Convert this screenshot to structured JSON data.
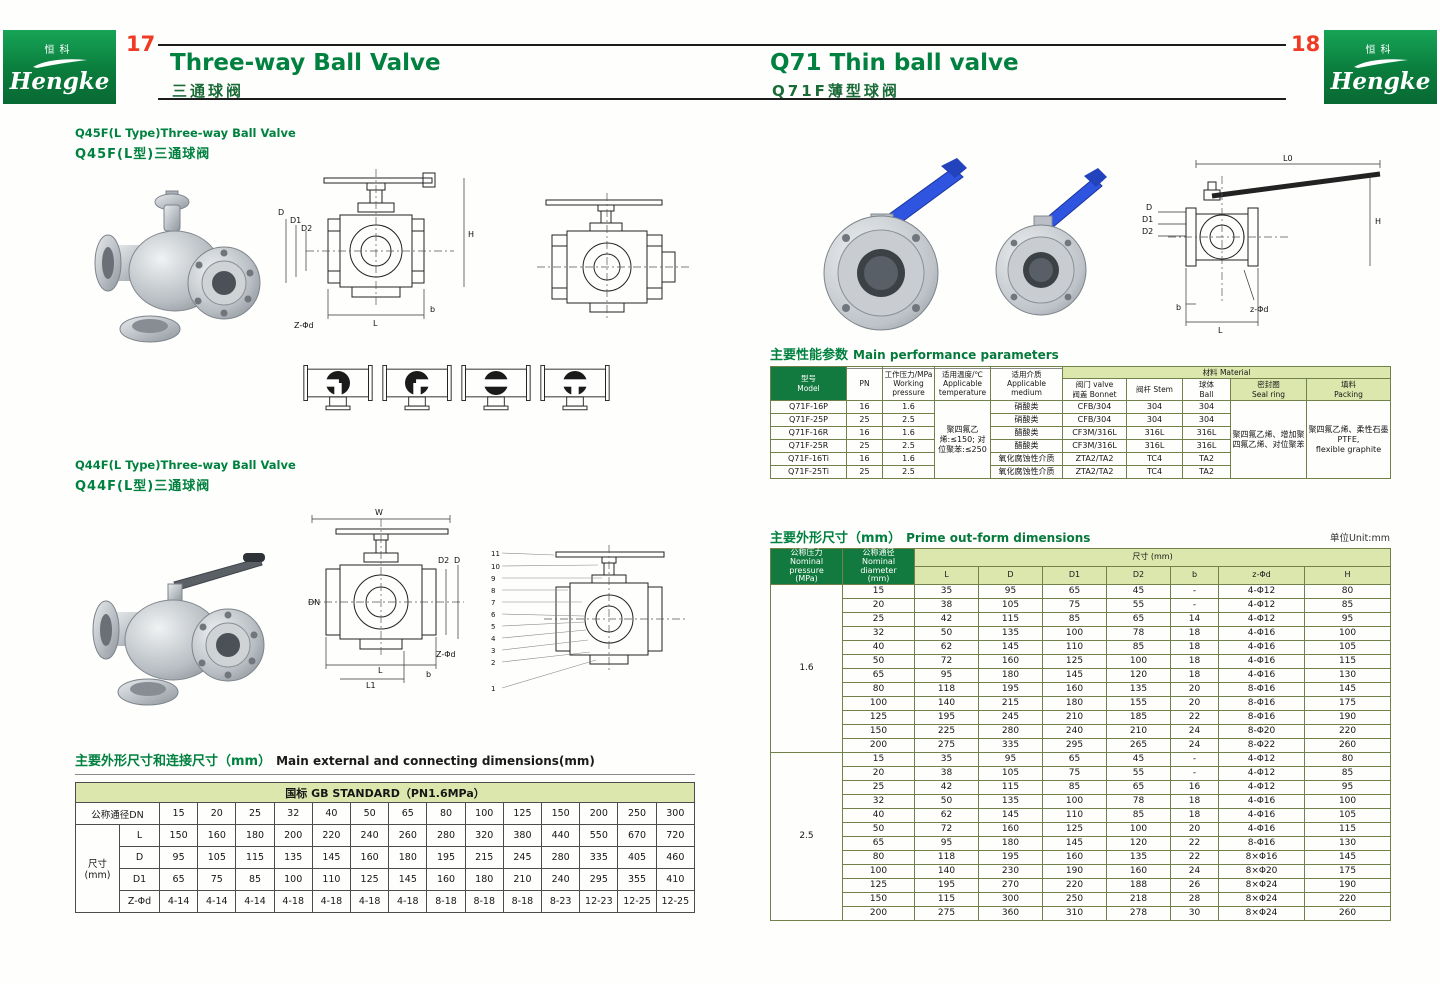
{
  "palette": {
    "green_dark": "#0a7c3c",
    "green_text": "#00813f",
    "pale_green": "#dce7ae",
    "red": "#ef3b24",
    "handle_blue": "#2b4fd8"
  },
  "header": {
    "page_left": "17",
    "page_right": "18",
    "brand": "Hengke",
    "brand_cn": "恒科",
    "left_title_en": "Three-way Ball Valve",
    "left_title_cn": "三通球阀",
    "right_title_en": "Q71 Thin ball valve",
    "right_title_cn": "Q71F薄型球阀"
  },
  "left_page": {
    "section1": {
      "title_en": "Q45F(L Type)Three-way Ball Valve",
      "title_cn": "Q45F(L型)三通球阀"
    },
    "section2": {
      "title_en": "Q44F(L Type)Three-way Ball Valve",
      "title_cn": "Q44F(L型)三通球阀"
    },
    "dim_table": {
      "title_cn": "主要外形尺寸和连接尺寸（mm）",
      "title_en": "Main external and connecting dimensions(mm)",
      "standard_header": "国标 GB STANDARD（PN1.6MPa）",
      "dn_label": "公称通径DN",
      "size_label": "尺寸(mm)",
      "dn": [
        "15",
        "20",
        "25",
        "32",
        "40",
        "50",
        "65",
        "80",
        "100",
        "125",
        "150",
        "200",
        "250",
        "300"
      ],
      "rows": [
        {
          "label": "L",
          "values": [
            "150",
            "160",
            "180",
            "200",
            "220",
            "240",
            "260",
            "280",
            "320",
            "380",
            "440",
            "550",
            "670",
            "720"
          ]
        },
        {
          "label": "D",
          "values": [
            "95",
            "105",
            "115",
            "135",
            "145",
            "160",
            "180",
            "195",
            "215",
            "245",
            "280",
            "335",
            "405",
            "460"
          ]
        },
        {
          "label": "D1",
          "values": [
            "65",
            "75",
            "85",
            "100",
            "110",
            "125",
            "145",
            "160",
            "180",
            "210",
            "240",
            "295",
            "355",
            "410"
          ]
        },
        {
          "label": "Z-Φd",
          "values": [
            "4-14",
            "4-14",
            "4-14",
            "4-18",
            "4-18",
            "4-18",
            "4-18",
            "8-18",
            "8-18",
            "8-18",
            "8-23",
            "12-23",
            "12-25",
            "12-25"
          ]
        }
      ]
    }
  },
  "right_page": {
    "perf_table": {
      "title_cn": "主要性能参数",
      "title_en": "Main performance parameters",
      "head": {
        "model_cn": "型号",
        "model_en": "Model",
        "pn": "PN",
        "pressure_cn": "工作压力/MPa",
        "pressure_en": "Working pressure",
        "temp_cn": "适用温度/℃",
        "temp_en": "Applicable temperature",
        "medium_cn": "适用介质",
        "medium_en": "Applicable medium",
        "material_cn": "材料",
        "material_en": "Material",
        "bonnet_line1": "阀门 valve",
        "bonnet_line2": "阀盖 Bonnet",
        "stem": "阀杆 Stem",
        "ball_cn": "球体",
        "ball_en": "Ball",
        "seal_cn": "密封圈",
        "seal_en": "Seal ring",
        "packing_cn": "填料",
        "packing_en": "Packing"
      },
      "temp_note": "聚四氟乙烯:≤150; 对位聚苯:≤250",
      "seal_note": "聚四氟乙烯、增加聚四氟乙烯、对位聚苯",
      "packing_note": "聚四氟乙烯、柔性石墨\nPTFE,\nflexible graphite",
      "rows": [
        {
          "model": "Q71F-16P",
          "pn": "16",
          "pressure": "1.6",
          "medium": "硝酸类",
          "bonnet": "CFB/304",
          "stem": "304",
          "ball": "304"
        },
        {
          "model": "Q71F-25P",
          "pn": "25",
          "pressure": "2.5",
          "medium": "硝酸类",
          "bonnet": "CFB/304",
          "stem": "304",
          "ball": "304"
        },
        {
          "model": "Q71F-16R",
          "pn": "16",
          "pressure": "1.6",
          "medium": "醋酸类",
          "bonnet": "CF3M/316L",
          "stem": "316L",
          "ball": "316L"
        },
        {
          "model": "Q71F-25R",
          "pn": "25",
          "pressure": "2.5",
          "medium": "醋酸类",
          "bonnet": "CF3M/316L",
          "stem": "316L",
          "ball": "316L"
        },
        {
          "model": "Q71F-16Ti",
          "pn": "16",
          "pressure": "1.6",
          "medium": "氧化腐蚀性介质",
          "bonnet": "ZTA2/TA2",
          "stem": "TC4",
          "ball": "TA2"
        },
        {
          "model": "Q71F-25Ti",
          "pn": "25",
          "pressure": "2.5",
          "medium": "氧化腐蚀性介质",
          "bonnet": "ZTA2/TA2",
          "stem": "TC4",
          "ball": "TA2"
        }
      ]
    },
    "dim_table": {
      "title_cn": "主要外形尺寸（mm）",
      "title_en": "Prime out-form dimensions",
      "unit": "单位Unit:mm",
      "head": {
        "pressure_cn": "公称压力",
        "pressure_en": "Nominal pressure",
        "pressure_unit": "(MPa)",
        "diameter_cn": "公称通径",
        "diameter_en": "Nominal diameter",
        "diameter_unit": "(mm)",
        "size": "尺寸 (mm)"
      },
      "cols": [
        "L",
        "D",
        "D1",
        "D2",
        "b",
        "z-Φd",
        "H"
      ],
      "groups": [
        {
          "pressure": "1.6",
          "rows": [
            [
              "15",
              "35",
              "95",
              "65",
              "45",
              "-",
              "4-Φ12",
              "80"
            ],
            [
              "20",
              "38",
              "105",
              "75",
              "55",
              "-",
              "4-Φ12",
              "85"
            ],
            [
              "25",
              "42",
              "115",
              "85",
              "65",
              "14",
              "4-Φ12",
              "95"
            ],
            [
              "32",
              "50",
              "135",
              "100",
              "78",
              "18",
              "4-Φ16",
              "100"
            ],
            [
              "40",
              "62",
              "145",
              "110",
              "85",
              "18",
              "4-Φ16",
              "105"
            ],
            [
              "50",
              "72",
              "160",
              "125",
              "100",
              "18",
              "4-Φ16",
              "115"
            ],
            [
              "65",
              "95",
              "180",
              "145",
              "120",
              "18",
              "4-Φ16",
              "130"
            ],
            [
              "80",
              "118",
              "195",
              "160",
              "135",
              "20",
              "8-Φ16",
              "145"
            ],
            [
              "100",
              "140",
              "215",
              "180",
              "155",
              "20",
              "8-Φ16",
              "175"
            ],
            [
              "125",
              "195",
              "245",
              "210",
              "185",
              "22",
              "8-Φ16",
              "190"
            ],
            [
              "150",
              "225",
              "280",
              "240",
              "210",
              "24",
              "8-Φ20",
              "220"
            ],
            [
              "200",
              "275",
              "335",
              "295",
              "265",
              "24",
              "8-Φ22",
              "260"
            ]
          ]
        },
        {
          "pressure": "2.5",
          "rows": [
            [
              "15",
              "35",
              "95",
              "65",
              "45",
              "-",
              "4-Φ12",
              "80"
            ],
            [
              "20",
              "38",
              "105",
              "75",
              "55",
              "-",
              "4-Φ12",
              "85"
            ],
            [
              "25",
              "42",
              "115",
              "85",
              "65",
              "16",
              "4-Φ12",
              "95"
            ],
            [
              "32",
              "50",
              "135",
              "100",
              "78",
              "18",
              "4-Φ16",
              "100"
            ],
            [
              "40",
              "62",
              "145",
              "110",
              "85",
              "18",
              "4-Φ16",
              "105"
            ],
            [
              "50",
              "72",
              "160",
              "125",
              "100",
              "20",
              "4-Φ16",
              "115"
            ],
            [
              "65",
              "95",
              "180",
              "145",
              "120",
              "22",
              "8-Φ16",
              "130"
            ],
            [
              "80",
              "118",
              "195",
              "160",
              "135",
              "22",
              "8×Φ16",
              "145"
            ],
            [
              "100",
              "140",
              "230",
              "190",
              "160",
              "24",
              "8×Φ20",
              "175"
            ],
            [
              "125",
              "195",
              "270",
              "220",
              "188",
              "26",
              "8×Φ24",
              "190"
            ],
            [
              "150",
              "115",
              "300",
              "250",
              "218",
              "28",
              "8×Φ24",
              "220"
            ],
            [
              "200",
              "275",
              "360",
              "310",
              "278",
              "30",
              "8×Φ24",
              "260"
            ]
          ]
        }
      ]
    }
  },
  "drawings": {
    "q45": {
      "H": "H",
      "D": "D",
      "D1": "D1",
      "D2": "D2",
      "L": "L",
      "b": "b",
      "zd": "Z-Φd"
    },
    "q44": {
      "W": "W",
      "DN": "DN",
      "D": "D",
      "D2": "D2",
      "L": "L",
      "L1": "L1",
      "b": "b",
      "zd": "Z-Φd",
      "parts": [
        "1",
        "2",
        "3",
        "4",
        "5",
        "6",
        "7",
        "8",
        "9",
        "10",
        "11"
      ]
    },
    "q71": {
      "L0": "L0",
      "H": "H",
      "D": "D",
      "D1": "D1",
      "D2": "D2",
      "zd": "z-Φd",
      "b": "b",
      "L": "L"
    }
  }
}
